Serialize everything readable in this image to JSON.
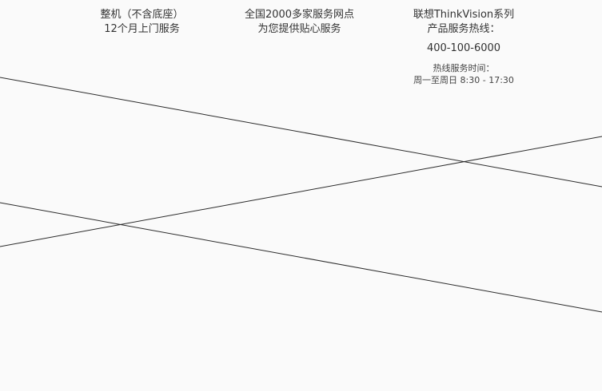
{
  "services": [
    {
      "line1": "整机（不含底座）",
      "line2": "12个月上门服务"
    },
    {
      "line1": "全国2000多家服务网点",
      "line2": "为您提供贴心服务"
    },
    {
      "line1": "联想ThinkVision系列",
      "line2": "产品服务热线：",
      "phone": "400-100-6000",
      "hours_label": "热线服务时间：",
      "hours": "周一至周日 8:30 - 17:30"
    }
  ]
}
